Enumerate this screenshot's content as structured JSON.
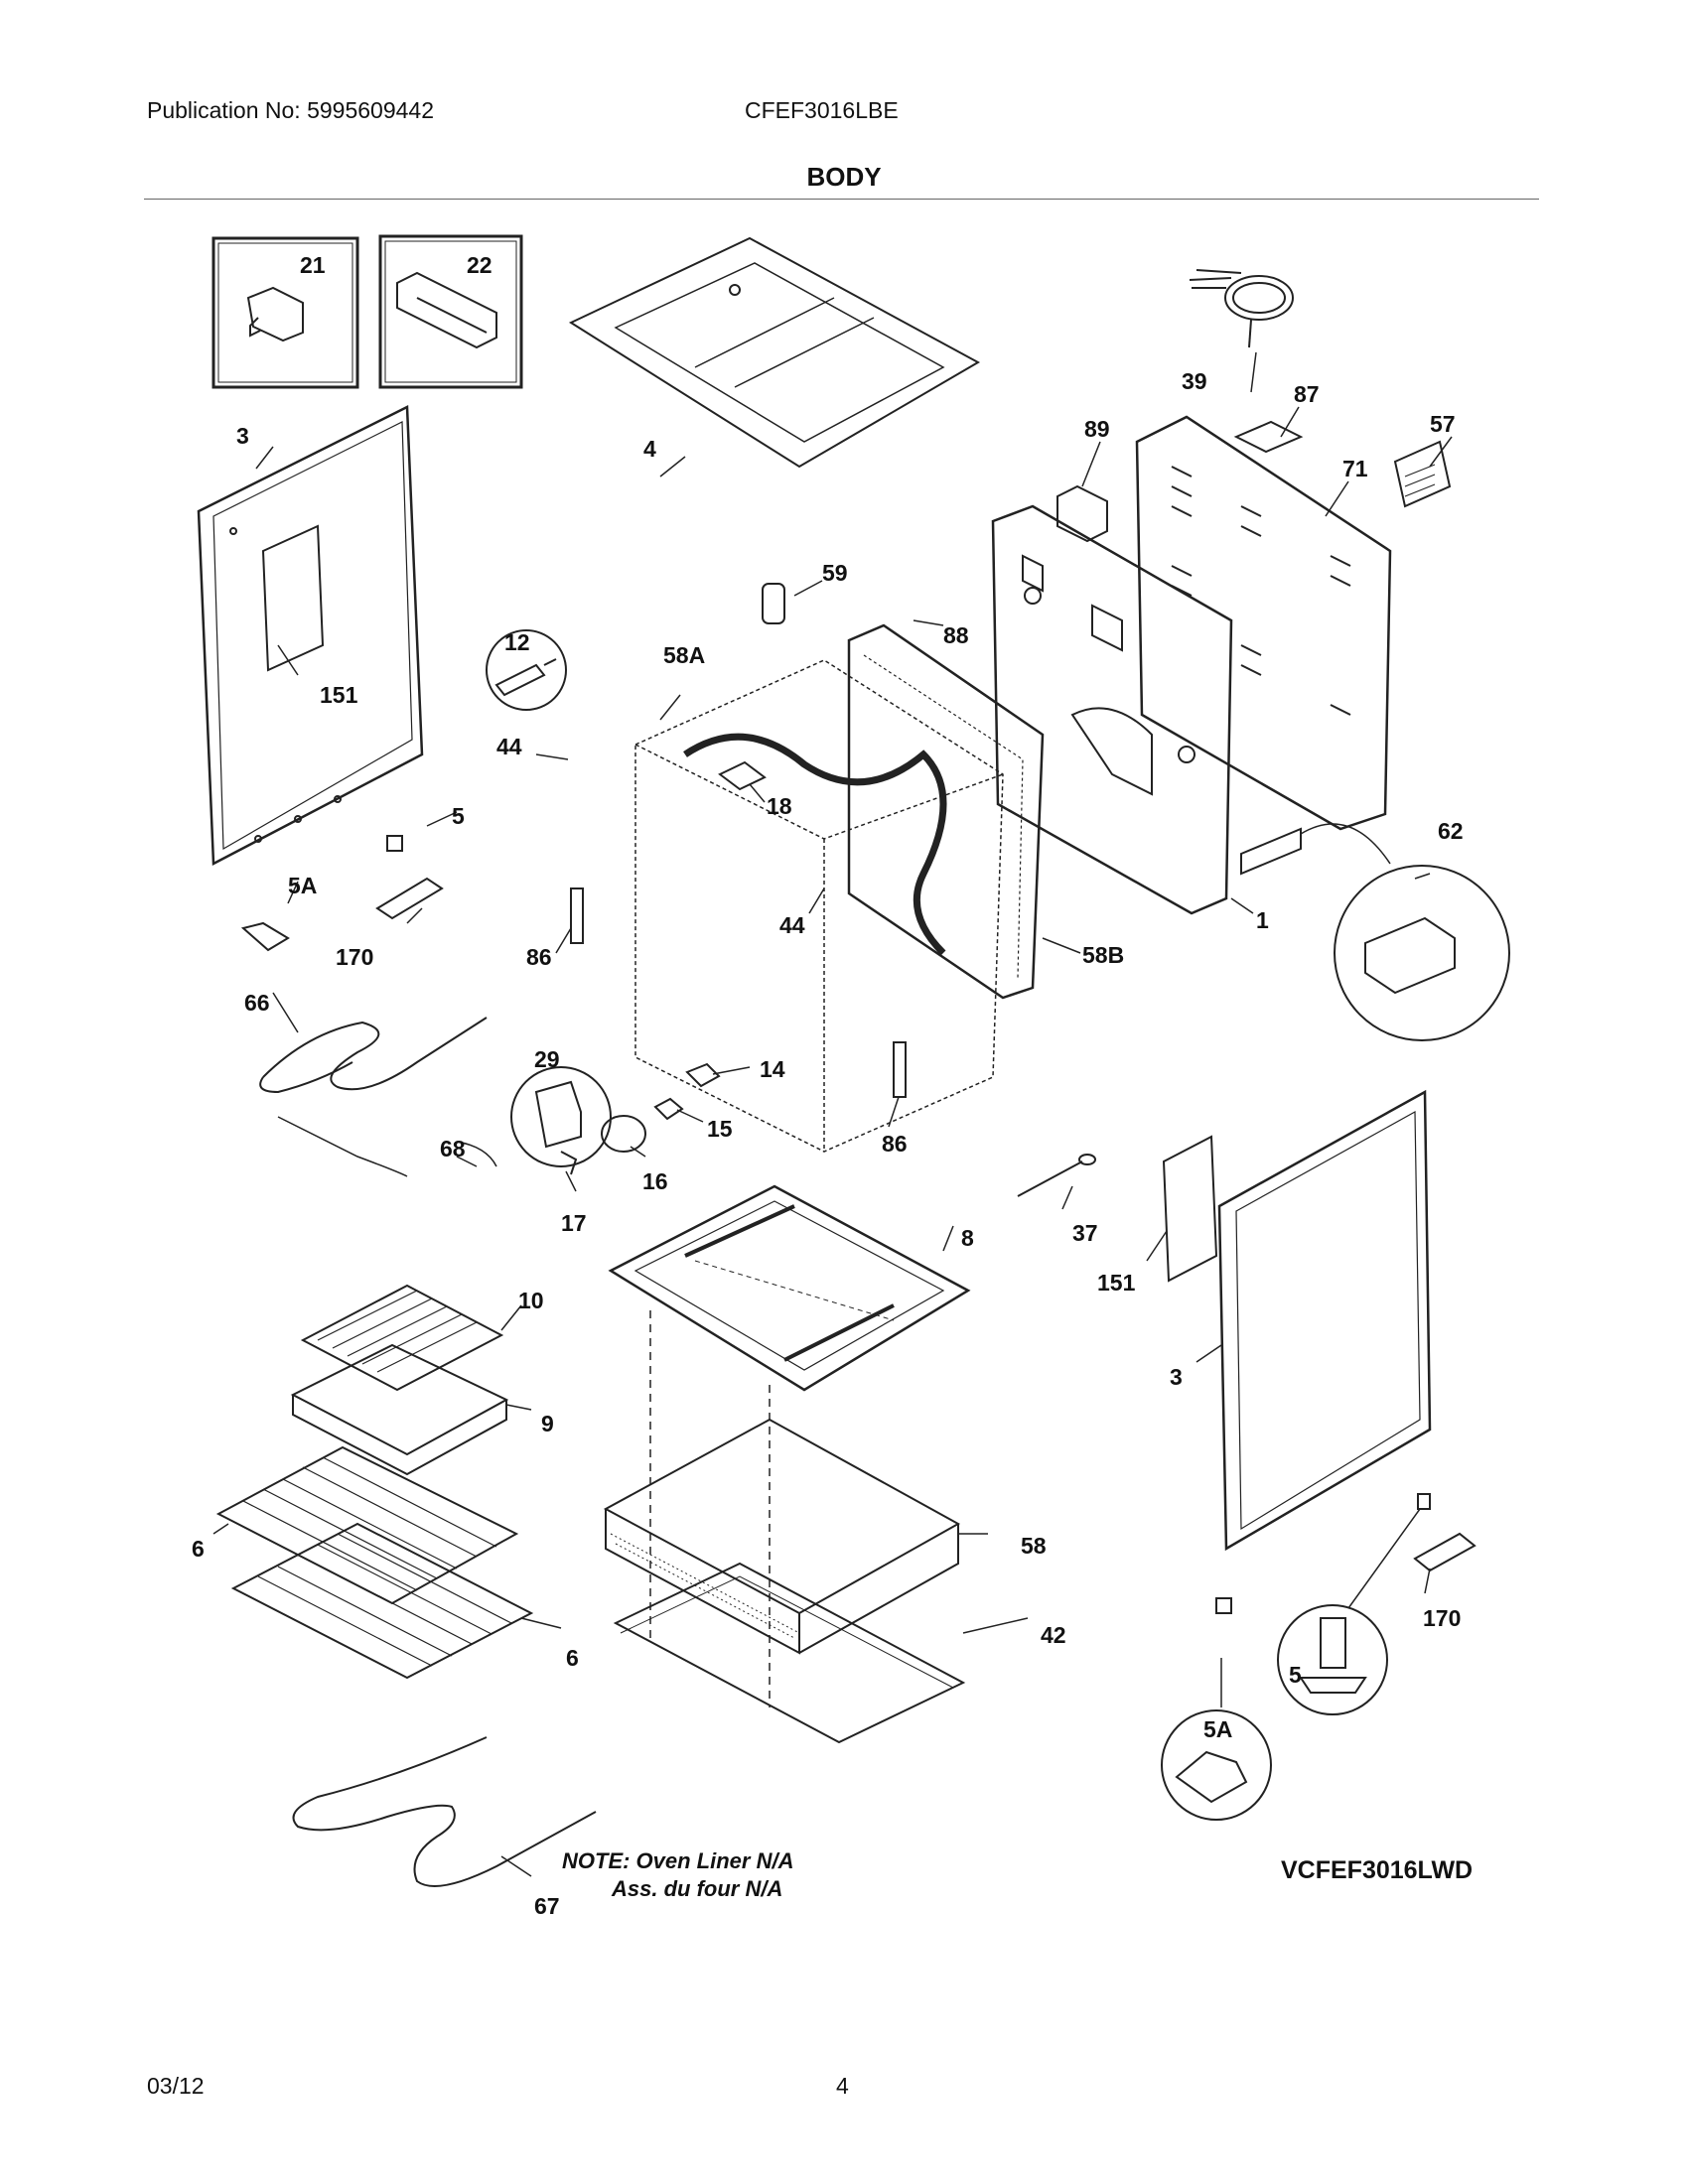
{
  "header": {
    "publication": "Publication No: 5995609442",
    "model": "CFEF3016LBE",
    "section_title": "BODY"
  },
  "callouts": [
    "21",
    "22",
    "4",
    "39",
    "87",
    "57",
    "3",
    "151",
    "89",
    "71",
    "59",
    "88",
    "12",
    "58A",
    "44",
    "18",
    "5",
    "5A",
    "170",
    "86",
    "58B",
    "1",
    "62",
    "66",
    "29",
    "14",
    "68",
    "15",
    "16",
    "17",
    "37",
    "8",
    "151",
    "10",
    "3",
    "9",
    "6",
    "58",
    "42",
    "6",
    "5",
    "170",
    "5A",
    "67",
    "86",
    "44"
  ],
  "note": {
    "line1": "NOTE: Oven Liner N/A",
    "line2": "Ass. du four N/A"
  },
  "variant_model": "VCFEF3016LWD",
  "footer": {
    "date": "03/12",
    "page": "4"
  }
}
